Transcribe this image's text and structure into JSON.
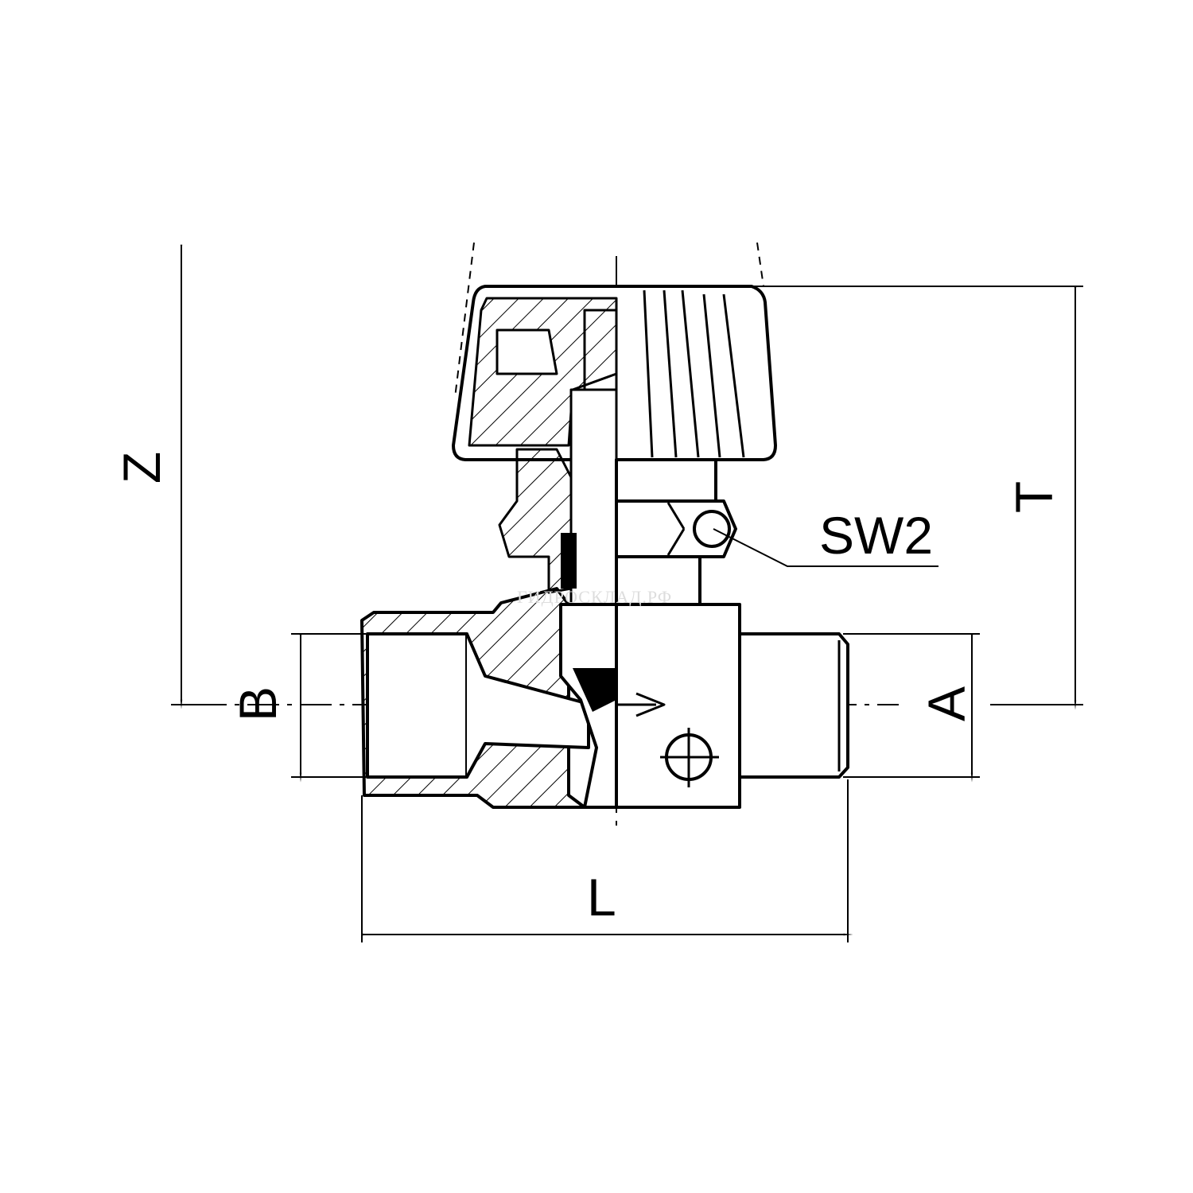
{
  "drawing": {
    "title": "Valve dimension drawing",
    "dimensions": {
      "z": "Z",
      "t": "T",
      "b": "B",
      "a": "A",
      "l": "L",
      "sw": "SW2"
    },
    "watermark": "ГИДРОСКЛАД.РФ",
    "colors": {
      "line": "#000000",
      "background": "#ffffff"
    }
  }
}
